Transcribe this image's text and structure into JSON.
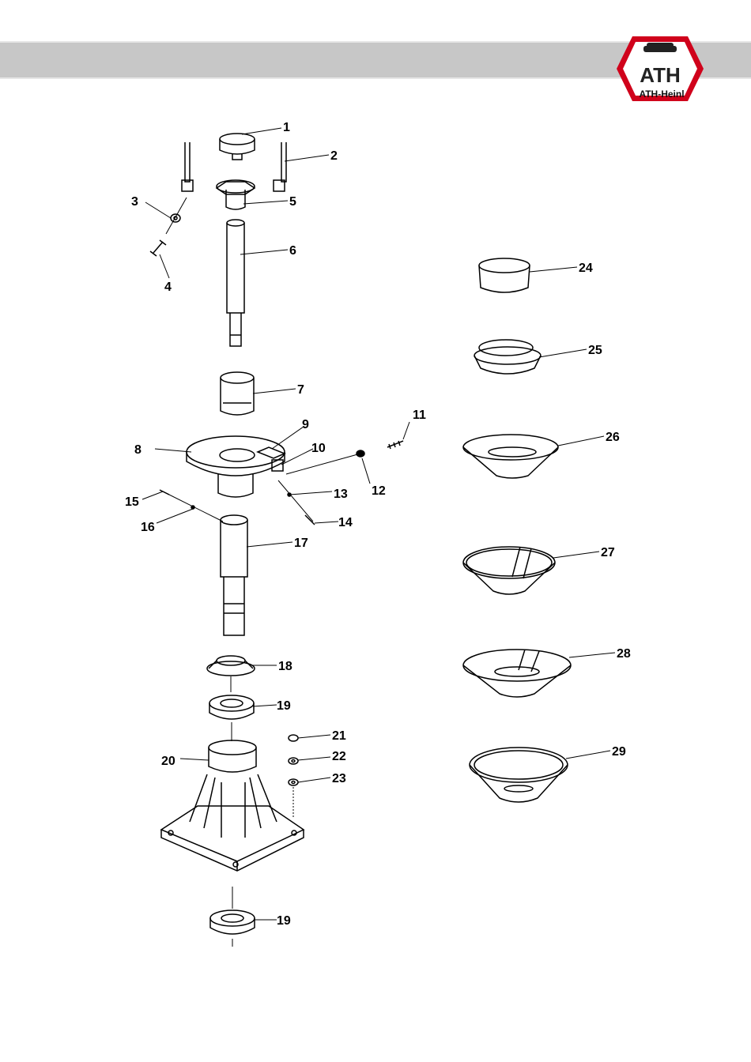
{
  "brand": {
    "logo_text": "ATH",
    "name": "ATH-Heinl"
  },
  "diagram": {
    "callouts": [
      {
        "id": "c1",
        "label": "1"
      },
      {
        "id": "c2",
        "label": "2"
      },
      {
        "id": "c3",
        "label": "3"
      },
      {
        "id": "c4",
        "label": "4"
      },
      {
        "id": "c5",
        "label": "5"
      },
      {
        "id": "c6",
        "label": "6"
      },
      {
        "id": "c7",
        "label": "7"
      },
      {
        "id": "c8",
        "label": "8"
      },
      {
        "id": "c9",
        "label": "9"
      },
      {
        "id": "c10",
        "label": "10"
      },
      {
        "id": "c11",
        "label": "11"
      },
      {
        "id": "c12",
        "label": "12"
      },
      {
        "id": "c13",
        "label": "13"
      },
      {
        "id": "c14",
        "label": "14"
      },
      {
        "id": "c15",
        "label": "15"
      },
      {
        "id": "c16",
        "label": "16"
      },
      {
        "id": "c17",
        "label": "17"
      },
      {
        "id": "c18",
        "label": "18"
      },
      {
        "id": "c19a",
        "label": "19"
      },
      {
        "id": "c20",
        "label": "20"
      },
      {
        "id": "c21",
        "label": "21"
      },
      {
        "id": "c22",
        "label": "22"
      },
      {
        "id": "c23",
        "label": "23"
      },
      {
        "id": "c24",
        "label": "24"
      },
      {
        "id": "c25",
        "label": "25"
      },
      {
        "id": "c26",
        "label": "26"
      },
      {
        "id": "c27",
        "label": "27"
      },
      {
        "id": "c28",
        "label": "28"
      },
      {
        "id": "c29",
        "label": "29"
      },
      {
        "id": "c19b",
        "label": "19"
      }
    ]
  }
}
